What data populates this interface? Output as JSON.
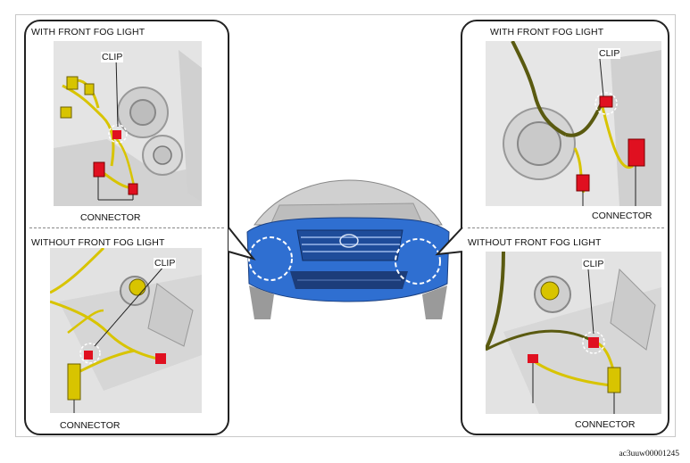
{
  "panels": {
    "left_top": {
      "title": "WITH FRONT FOG LIGHT",
      "clip_label": "CLIP",
      "connector_label": "CONNECTOR"
    },
    "left_bottom": {
      "title": "WITHOUT FRONT FOG LIGHT",
      "clip_label": "CLIP",
      "connector_label": "CONNECTOR"
    },
    "right_top": {
      "title": "WITH FRONT FOG LIGHT",
      "clip_label": "CLIP",
      "connector_label": "CONNECTOR"
    },
    "right_bottom": {
      "title": "WITHOUT FRONT FOG LIGHT",
      "clip_label": "CLIP",
      "connector_label": "CONNECTOR"
    }
  },
  "figure_code": "ac3uuw00001245",
  "colors": {
    "harness": "#d8c400",
    "connector": "#e01020",
    "bumper": "#2f6fd1",
    "outline": "#222222"
  }
}
